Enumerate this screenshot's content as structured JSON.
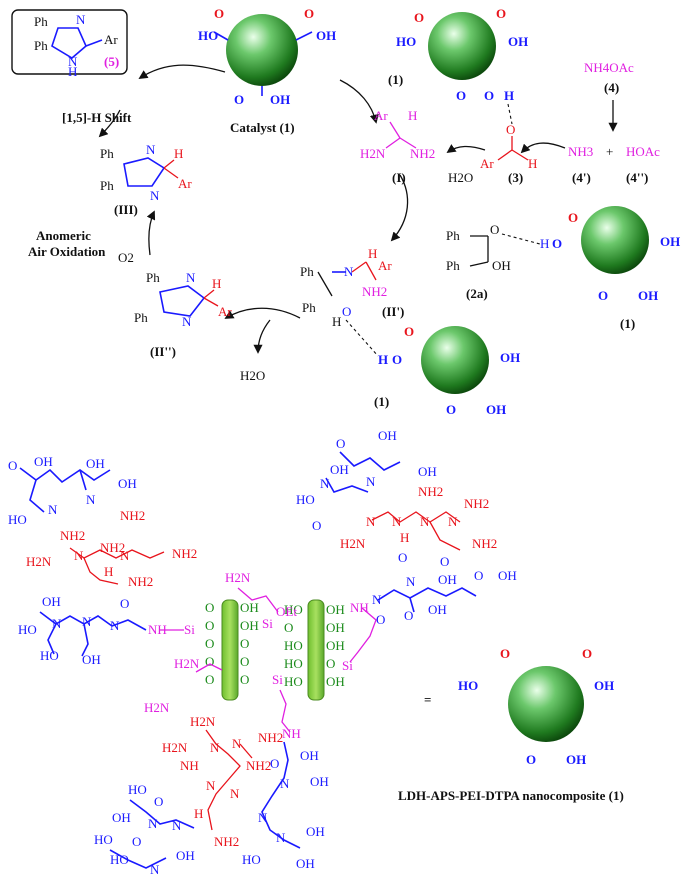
{
  "cycle": {
    "product": {
      "ph_top": "Ph",
      "ph_bottom": "Ph",
      "n": "N",
      "nh": "N",
      "h": "H",
      "ar": "Ar",
      "label": "(5)"
    },
    "shift_label": "[1,5]-H Shift",
    "catalyst_label": "Catalyst (1)",
    "intermediate_III": {
      "ph_top": "Ph",
      "ph_bottom": "Ph",
      "n": "N",
      "h": "H",
      "ar": "Ar",
      "label": "(III)"
    },
    "oxidation_label_1": "Anomeric",
    "oxidation_label_2": "Air Oxidation",
    "o2": "O2",
    "intermediate_II2": {
      "ph_top": "Ph",
      "ph_bottom": "Ph",
      "n": "N",
      "nh": "N",
      "h": "H",
      "ar": "Ar",
      "label": "(II'')"
    },
    "water_1": "H2O",
    "water_2": "H2O",
    "intermediate_I": {
      "ar": "Ar",
      "h": "H",
      "nh2_left": "H2N",
      "nh2_right": "NH2",
      "label": "(I)"
    },
    "intermediate_II1": {
      "ph_top": "Ph",
      "ph_bottom": "Ph",
      "n": "N",
      "h": "H",
      "ar": "Ar",
      "nh2": "NH2",
      "o": "O",
      "oh_h": "H",
      "label": "(II')"
    },
    "aldehyde": {
      "o": "O",
      "ar": "Ar",
      "h": "H",
      "label": "(3)"
    },
    "ammonium": {
      "formula": "NH4OAc",
      "label": "(4)"
    },
    "ammonia": {
      "formula": "NH3",
      "label": "(4')"
    },
    "plus": "+",
    "acetic": {
      "formula": "HOAc",
      "label": "(4'')"
    },
    "benzoin": {
      "ph_top": "Ph",
      "ph_bottom": "Ph",
      "o": "O",
      "oh": "OH",
      "h": "H",
      "label": "(2a)"
    },
    "cat_label": "(1)"
  },
  "nanocomposite": {
    "oh": "OH",
    "ho": "HO",
    "o": "O",
    "n": "N",
    "nh2": "NH2",
    "h2n": "H2N",
    "h": "H",
    "nh": "NH",
    "si": "Si",
    "oet": "OEt",
    "equals": "=",
    "caption": "LDH-APS-PEI-DTPA nanocomposite (1)"
  },
  "colors": {
    "blue": "#1a1aff",
    "red": "#e8141c",
    "magenta": "#e020e0",
    "green": "#1a8a1a",
    "ball": "#2f9a2f"
  }
}
